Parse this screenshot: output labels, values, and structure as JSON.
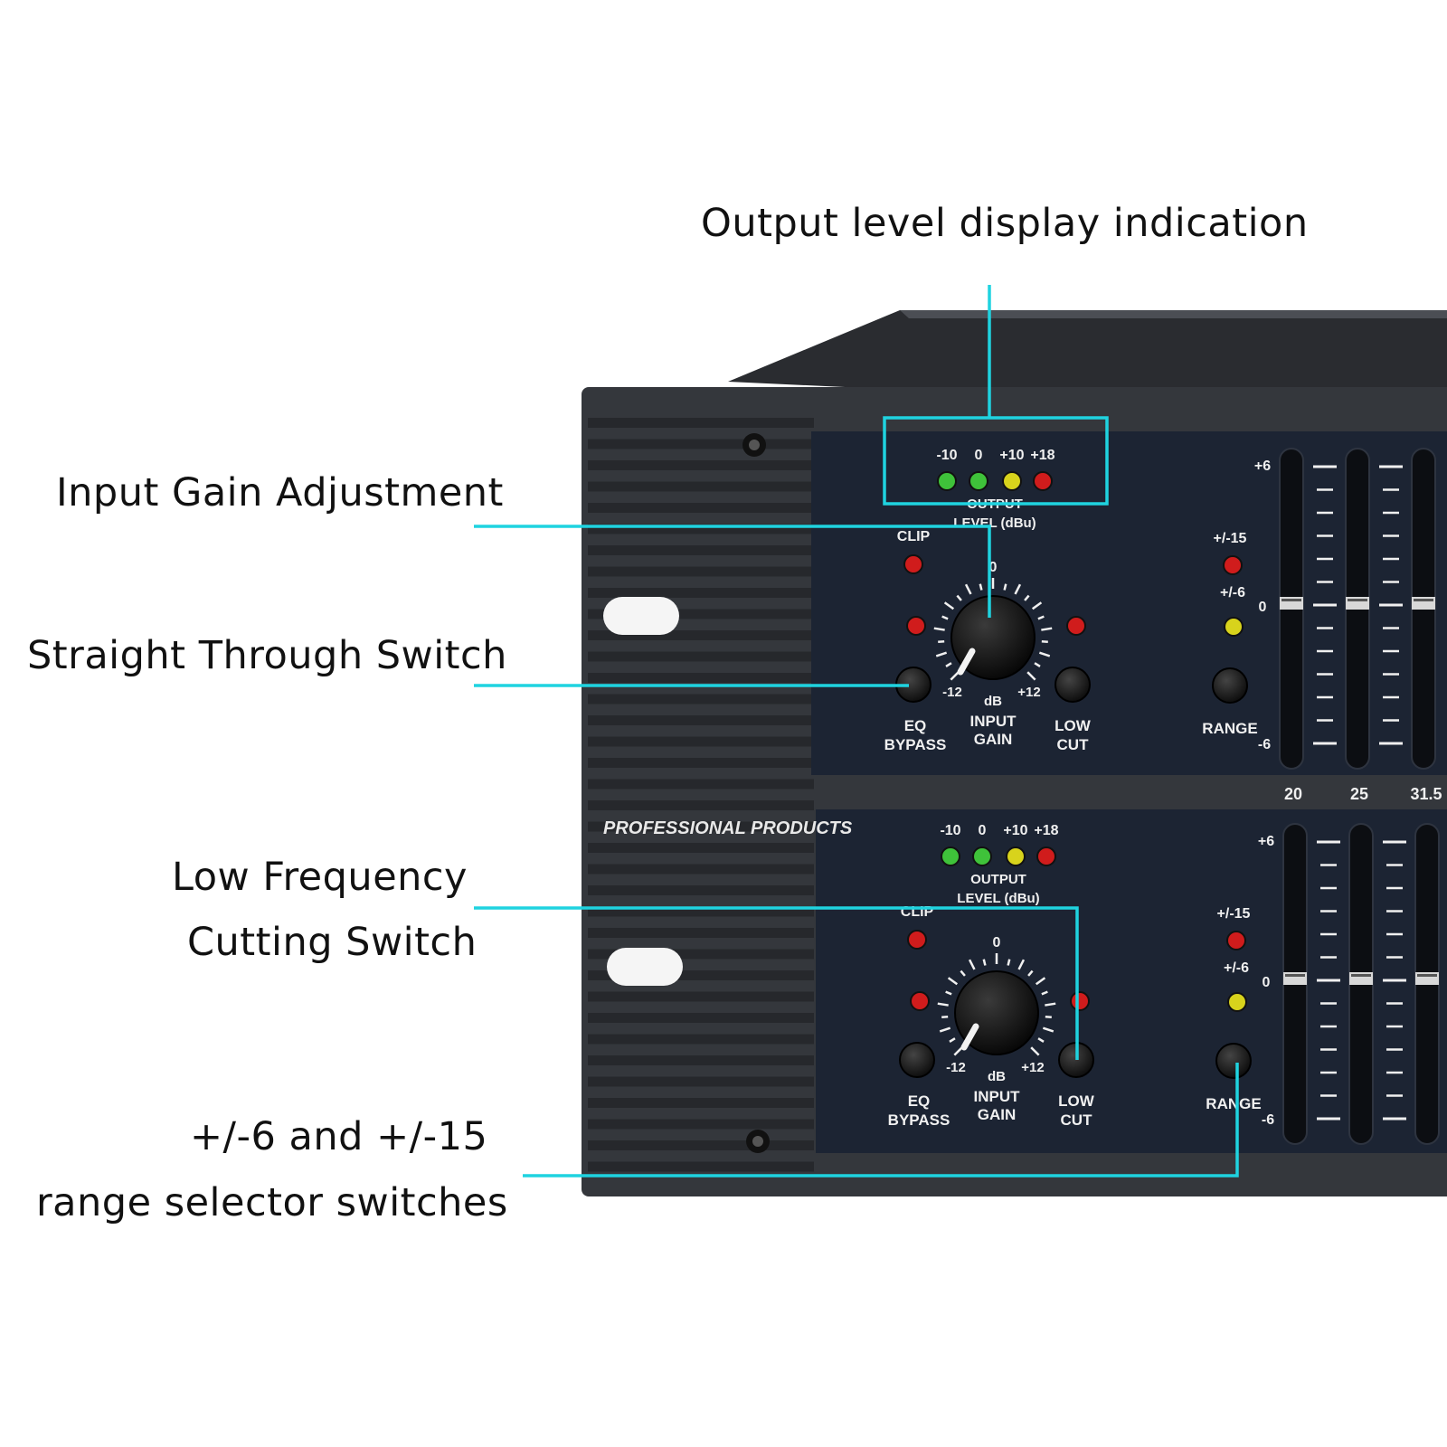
{
  "callouts": {
    "output_level": "Output level display indication",
    "input_gain": "Input Gain Adjustment",
    "straight_through": "Straight Through Switch",
    "low_cut_line1": "Low Frequency",
    "low_cut_line2": "Cutting Switch",
    "range_line1": "+/-6 and +/-15",
    "range_line2": "range selector switches"
  },
  "panel": {
    "brand": "PROFESSIONAL PRODUCTS",
    "meter_labels": [
      "-10",
      "0",
      "+10",
      "+18"
    ],
    "meter_title_1": "OUTPUT",
    "meter_title_2": "LEVEL (dBu)",
    "clip_label": "CLIP",
    "knob_zero": "0",
    "knob_min": "-12",
    "knob_max": "+12",
    "knob_unit": "dB",
    "knob_label_1": "INPUT",
    "knob_label_2": "GAIN",
    "eq_bypass_1": "EQ",
    "eq_bypass_2": "BYPASS",
    "low_cut_1": "LOW",
    "low_cut_2": "CUT",
    "range_15": "+/-15",
    "range_6": "+/-6",
    "range_label": "RANGE",
    "fader_top": "+6",
    "fader_mid": "0",
    "fader_bottom": "-6",
    "frequencies": [
      "20",
      "25",
      "31.5"
    ]
  },
  "colors": {
    "accent": "#1fd3e0",
    "panel": "#1c2433",
    "chassis": "#34373c",
    "led_green": "#3fc23a",
    "led_yellow": "#d8d31c",
    "led_red": "#d01c1c"
  }
}
